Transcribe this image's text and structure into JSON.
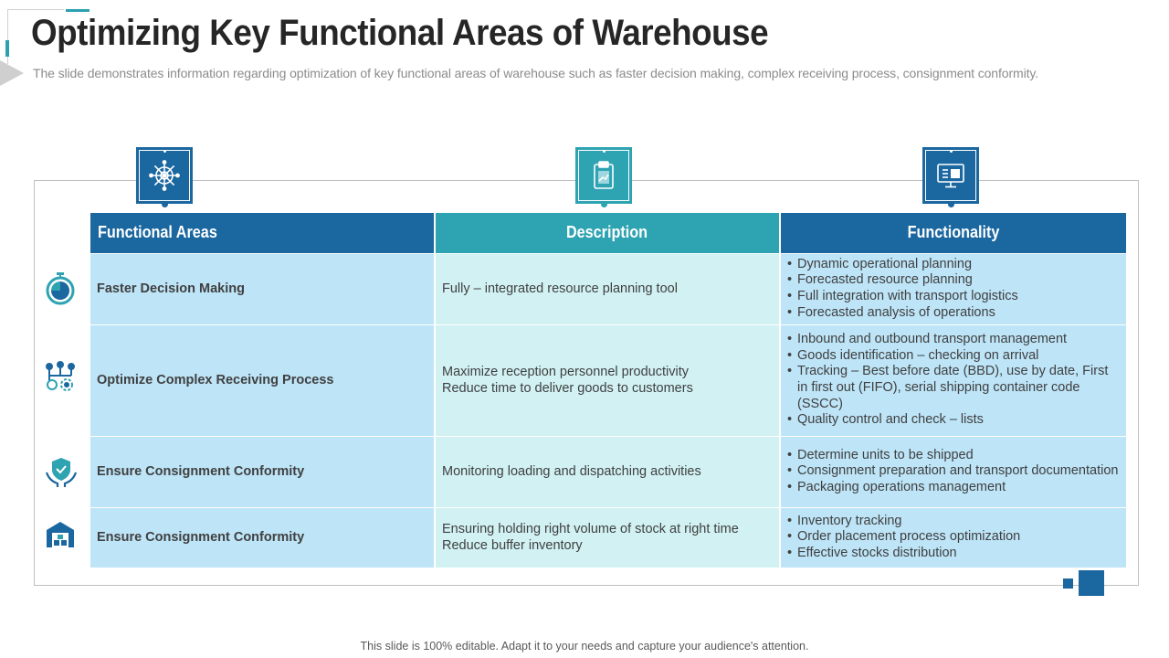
{
  "title": "Optimizing Key Functional Areas of Warehouse",
  "subtitle": "The slide demonstrates information regarding optimization of key functional areas of warehouse such as faster decision making, complex receiving process, consignment conformity.",
  "colors": {
    "primary": "#1b67a0",
    "teal": "#2ea3b2",
    "light_blue": "#bde4f7",
    "light_teal": "#d1f1f3"
  },
  "header_icons": [
    {
      "name": "ship-wheel-icon",
      "color": "#1b67a0"
    },
    {
      "name": "clipboard-icon",
      "color": "#2ea3b2"
    },
    {
      "name": "monitor-icon",
      "color": "#1b67a0"
    }
  ],
  "table": {
    "headers": [
      "Functional Areas",
      "Description",
      "Functionality"
    ],
    "rows": [
      {
        "icon": "stopwatch-icon",
        "area": "Faster Decision Making",
        "description": [
          "Fully – integrated resource planning tool"
        ],
        "functionality": [
          "Dynamic operational planning",
          "Forecasted resource planning",
          "Full integration with transport logistics",
          "Forecasted analysis of operations"
        ]
      },
      {
        "icon": "process-gears-icon",
        "area": "Optimize Complex Receiving Process",
        "description": [
          "Maximize reception personnel  productivity",
          "Reduce time to deliver goods to customers"
        ],
        "functionality": [
          "Inbound and outbound transport management",
          "Goods identification – checking on arrival",
          "Tracking – Best before date (BBD), use by date, First in first out (FIFO), serial shipping container code (SSCC)",
          "Quality control and check – lists"
        ]
      },
      {
        "icon": "shield-hands-icon",
        "area": "Ensure Consignment Conformity",
        "description": [
          "Monitoring loading and dispatching activities"
        ],
        "functionality": [
          "Determine units to be shipped",
          "Consignment preparation and transport documentation",
          "Packaging operations management"
        ]
      },
      {
        "icon": "warehouse-icon",
        "area": "Ensure Consignment Conformity",
        "description": [
          "Ensuring holding right volume of stock at right time",
          "Reduce buffer inventory"
        ],
        "functionality": [
          "Inventory tracking",
          "Order placement process optimization",
          "Effective stocks distribution"
        ]
      }
    ]
  },
  "footer": "This slide is 100% editable. Adapt it to your needs and capture your audience's attention."
}
